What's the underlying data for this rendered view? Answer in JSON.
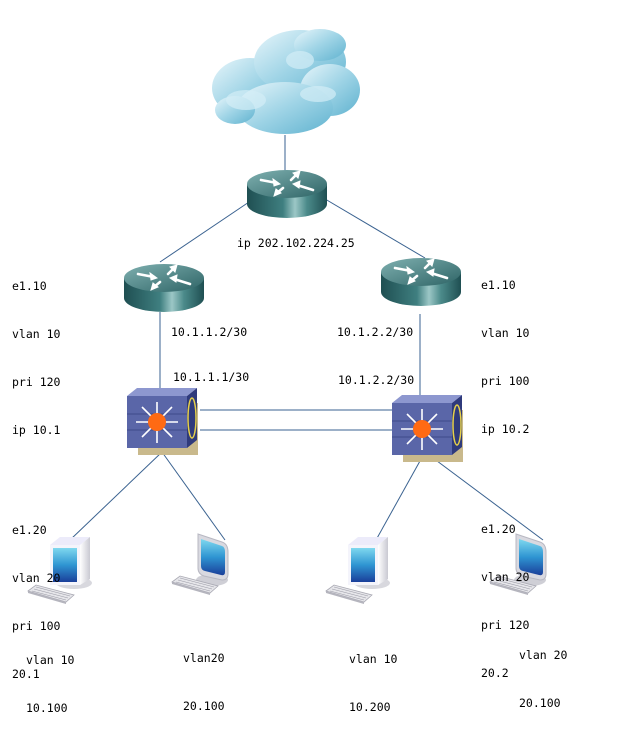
{
  "diagram": {
    "title": "",
    "nodes": {
      "internet": {
        "type": "cloud",
        "label": ""
      },
      "core_router": {
        "type": "router",
        "label": "ip 202.102.224.25"
      },
      "router_left": {
        "type": "router",
        "uplink_ip": "10.1.1.2/30"
      },
      "router_right": {
        "type": "router",
        "uplink_ip": "10.1.2.2/30"
      },
      "switch_left": {
        "type": "l3-switch",
        "uplink_ip": "10.1.1.1/30"
      },
      "switch_right": {
        "type": "l3-switch",
        "uplink_ip": "10.1.2.2/30"
      },
      "pc1": {
        "type": "pc-crt",
        "lines": [
          "vlan 10",
          "10.100"
        ]
      },
      "pc2": {
        "type": "pc-lcd",
        "lines": [
          "vlan20",
          "20.100"
        ]
      },
      "pc3": {
        "type": "pc-crt",
        "lines": [
          "vlan 10",
          "10.200"
        ]
      },
      "pc4": {
        "type": "pc-lcd",
        "lines": [
          "vlan 20",
          "20.100"
        ]
      }
    },
    "config_left": {
      "group1": [
        "e1.10",
        "vlan 10",
        "pri 120",
        "ip 10.1"
      ],
      "group2": [
        "e1.20",
        "vlan 20",
        "pri 100",
        "20.1"
      ]
    },
    "config_right": {
      "group1": [
        "e1.10",
        "vlan 10",
        "pri 100",
        "ip 10.2"
      ],
      "group2": [
        "e1.20",
        "vlan 20",
        "pri 120",
        "20.2"
      ]
    },
    "links": [
      {
        "from": "internet",
        "to": "core_router"
      },
      {
        "from": "core_router",
        "to": "router_left"
      },
      {
        "from": "core_router",
        "to": "router_right"
      },
      {
        "from": "router_left",
        "to": "switch_left"
      },
      {
        "from": "router_right",
        "to": "switch_right"
      },
      {
        "from": "switch_left",
        "to": "switch_right"
      },
      {
        "from": "switch_left",
        "to": "switch_right"
      },
      {
        "from": "switch_left",
        "to": "pc1"
      },
      {
        "from": "switch_left",
        "to": "pc2"
      },
      {
        "from": "switch_right",
        "to": "pc3"
      },
      {
        "from": "switch_right",
        "to": "pc4"
      }
    ],
    "colors": {
      "link": "#3a6290",
      "router_body": "#2f6b6b",
      "switch_body": "#5a66a8",
      "switch_accent": "#ff6a13",
      "cloud": "#8ecbe0",
      "pc_screen": "#2f8fd0"
    }
  }
}
